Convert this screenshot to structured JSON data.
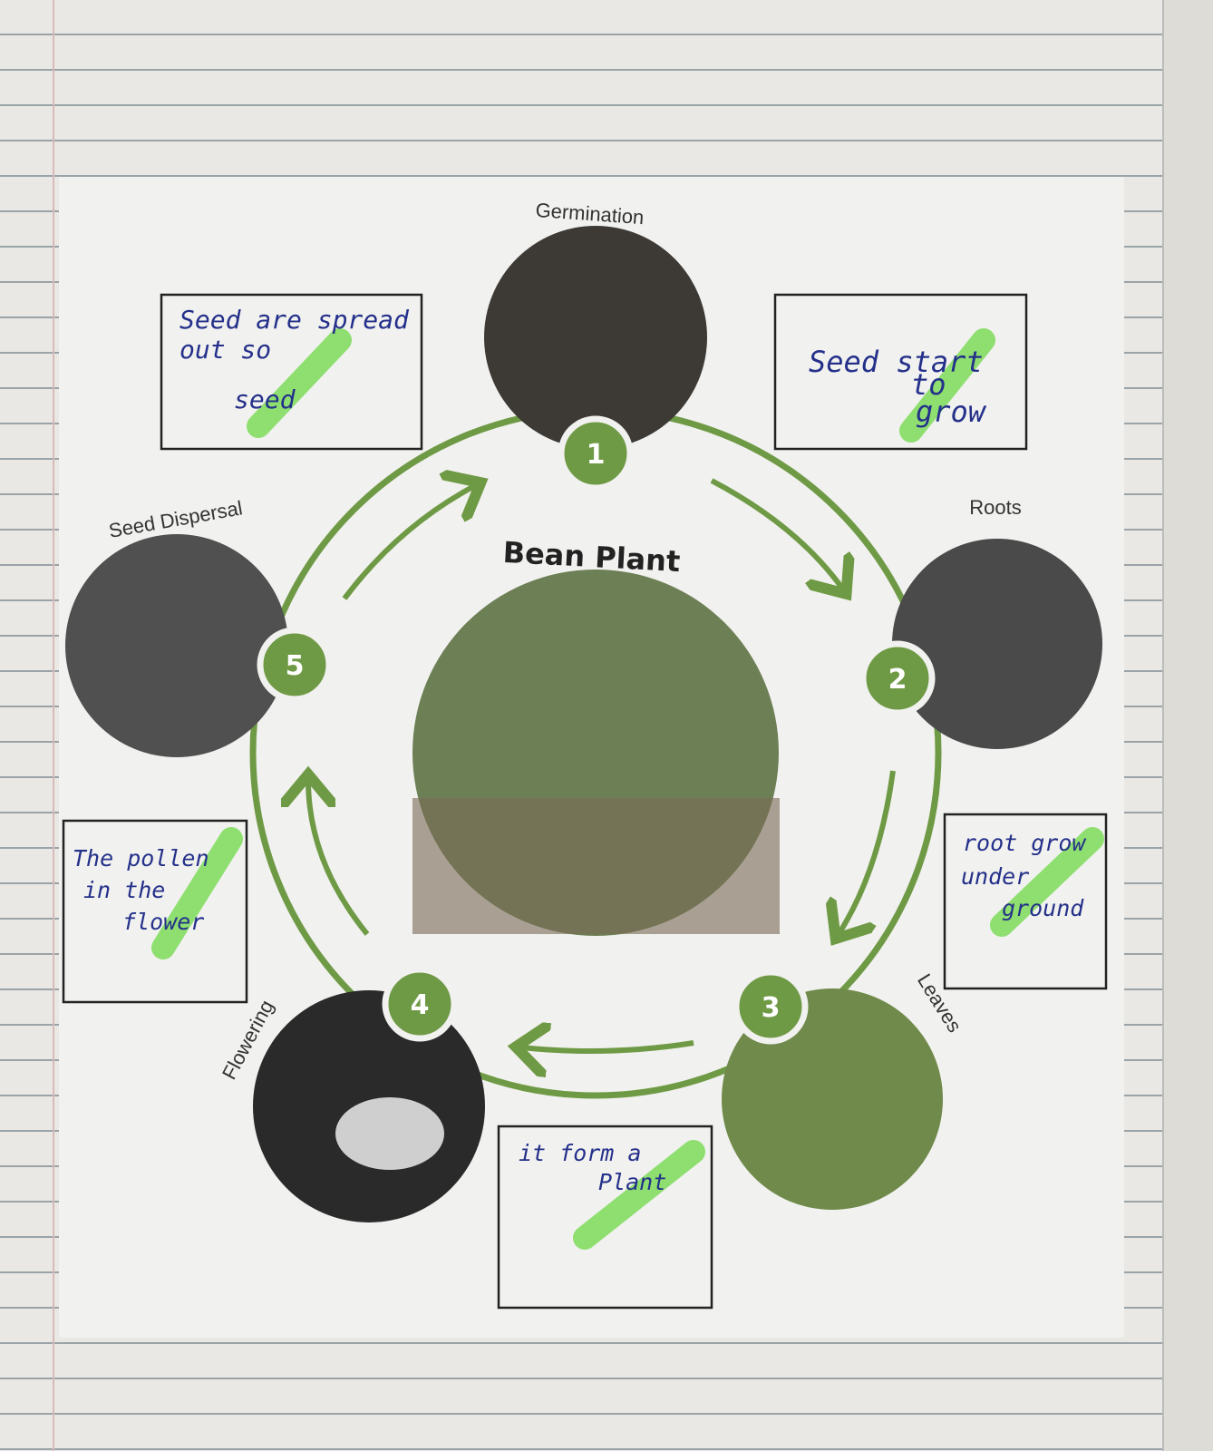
{
  "title": "Bean Plant",
  "stages": [
    {
      "number": "1",
      "label": "Germination",
      "note": [
        "Seed start",
        "to",
        "grow"
      ]
    },
    {
      "number": "2",
      "label": "Roots",
      "note": [
        "root grow",
        "under",
        "ground"
      ]
    },
    {
      "number": "3",
      "label": "Leaves",
      "note": [
        "it form a",
        "Plant"
      ]
    },
    {
      "number": "4",
      "label": "Flowering",
      "note": [
        "The pollen",
        "in the",
        "flower"
      ]
    },
    {
      "number": "5",
      "label": "Seed Dispersal",
      "note": [
        "Seed are spread",
        "out so",
        "seed"
      ]
    }
  ],
  "colors": {
    "accent": "#6f9a45",
    "ink": "#24308a",
    "highlight": "#7ddc5a"
  }
}
